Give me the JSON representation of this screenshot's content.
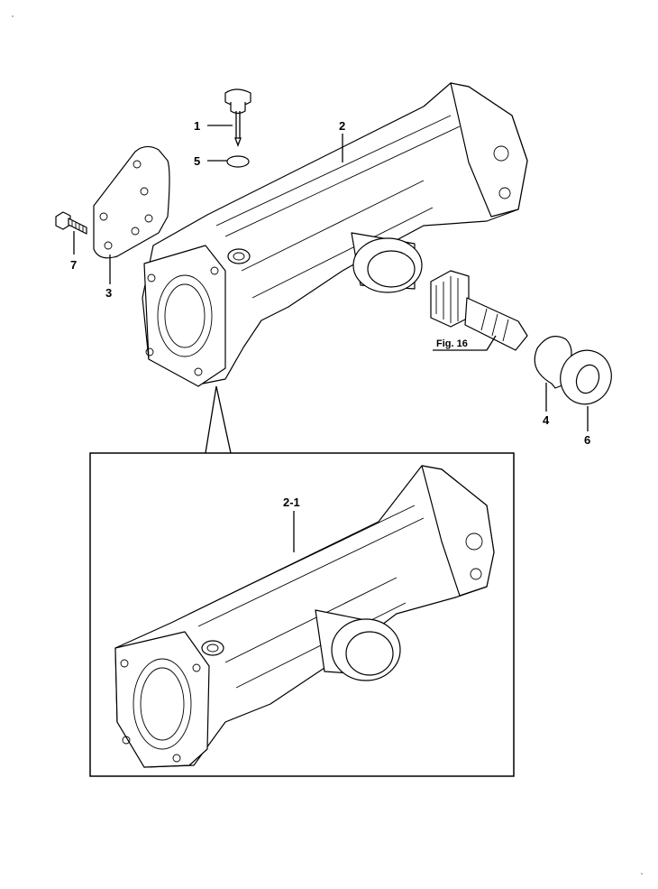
{
  "callouts": {
    "p1": "1",
    "p2": "2",
    "p3": "3",
    "p4": "4",
    "p5": "5",
    "p6": "6",
    "p7": "7",
    "p2_1": "2-1"
  },
  "reference": {
    "fig": "Fig. 16"
  },
  "icons": [
    "dipstick-icon",
    "o-ring-icon",
    "axle-housing-icon",
    "gasket-plate-icon",
    "bolt-icon",
    "snap-ring-icon",
    "oil-seal-icon",
    "pinion-shaft-icon"
  ]
}
